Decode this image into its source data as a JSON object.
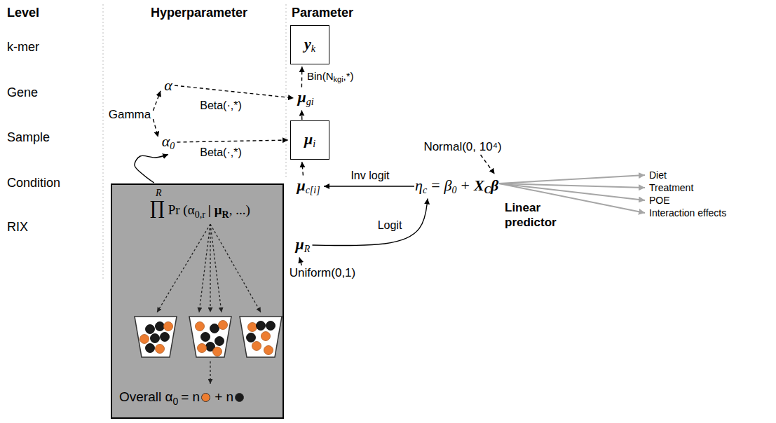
{
  "diagram": {
    "nodes": [
      {
        "text": [
          "y",
          "k"
        ]
      },
      {
        "text": [
          "μ",
          "gi"
        ]
      },
      {
        "text": [
          "α"
        ]
      },
      {
        "text": [
          "Gamma"
        ]
      },
      {
        "text": [
          "α",
          "0"
        ]
      },
      {
        "text": [
          "μ",
          "i"
        ]
      },
      {
        "text": [
          "μ",
          "c[i]"
        ]
      },
      {
        "text": [
          "η",
          "c",
          "=",
          "β",
          "0",
          "+",
          "X",
          "C",
          "β",
          "Linear predictor"
        ]
      },
      {
        "text": [
          "Normal(0, 10⁴)"
        ]
      },
      {
        "text": [
          "μ",
          "R"
        ]
      },
      {
        "text": [
          "Uniform(0,1)"
        ]
      },
      {
        "text": [
          "R",
          "∏",
          "Pr (α",
          "0,r",
          "| μ",
          "R",
          ", ...)",
          "Overall α",
          "0",
          "= n",
          "+ n"
        ]
      }
    ],
    "edges": [
      {
        "from": 3,
        "to": 2,
        "arrow": "to"
      },
      {
        "from": 3,
        "to": 4,
        "arrow": "to"
      },
      {
        "from": 2,
        "to": 1,
        "label": "Beta(·,*)",
        "arrow": "to"
      },
      {
        "from": 4,
        "to": 5,
        "label": "Beta(·,*)",
        "arrow": "to"
      },
      {
        "from": 1,
        "to": 0,
        "arrow": "to"
      },
      {
        "from": 5,
        "to": 1,
        "arrow": "to"
      },
      {
        "from": 6,
        "to": 5,
        "arrow": "to"
      },
      {
        "from": 7,
        "to": 6,
        "label": "Inv logit",
        "arrow": "to"
      },
      {
        "from": 9,
        "to": 7,
        "label": "Logit",
        "arrow": "to"
      },
      {
        "from": 10,
        "to": 9,
        "arrow": "to"
      },
      {
        "from": 8,
        "to": 7,
        "arrow": "to"
      },
      {
        "from": 11,
        "to": 4,
        "arrow": "to"
      }
    ],
    "labels": [
      "Level",
      "Hyperparameter",
      "Parameter",
      "k-mer",
      "Gene",
      "Sample",
      "Condition",
      "RIX",
      "Bin(N",
      "kgi",
      ",*)",
      "Diet",
      "Treatment",
      "POE",
      "Interaction effects"
    ]
  }
}
